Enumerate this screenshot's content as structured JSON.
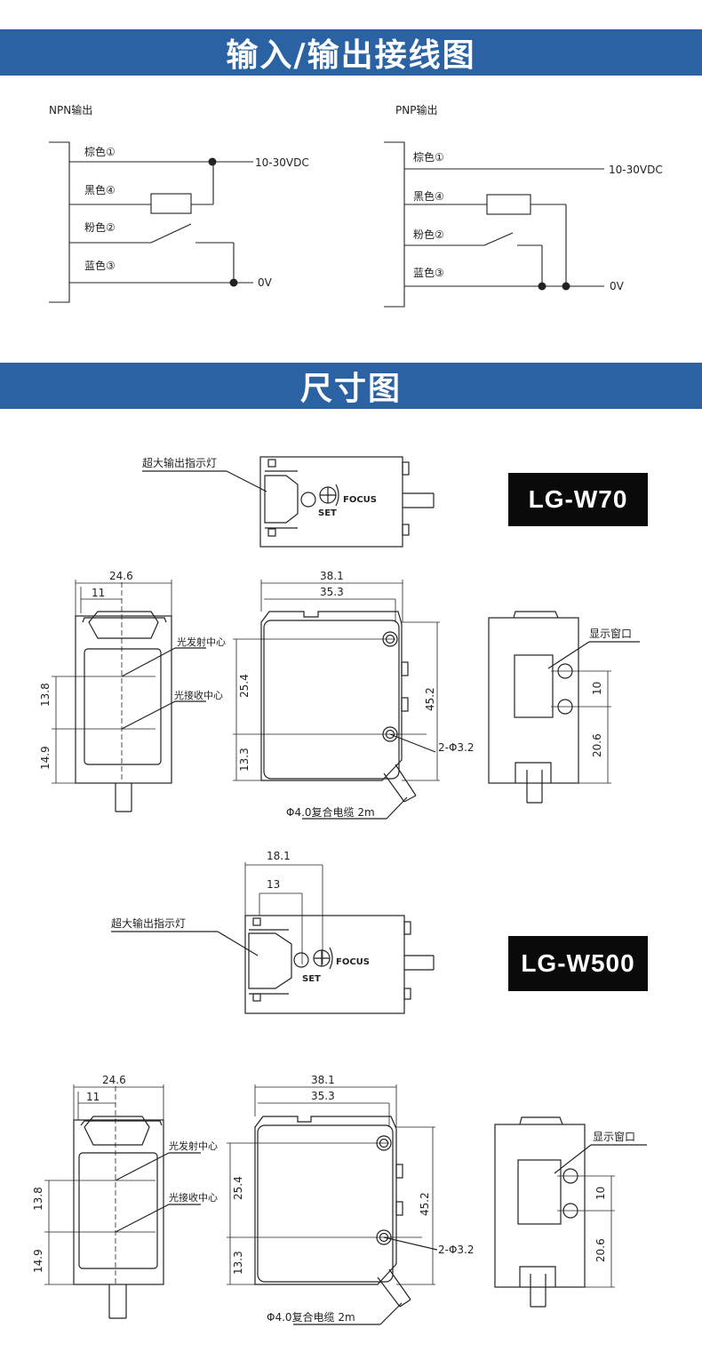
{
  "wiring": {
    "title": "输入/输出接线图",
    "npn": {
      "title": "NPN输出",
      "wires": [
        "棕色①",
        "黑色④",
        "粉色②",
        "蓝色③"
      ],
      "supply": "10-30VDC",
      "ground": "0V"
    },
    "pnp": {
      "title": "PNP输出",
      "wires": [
        "棕色①",
        "黑色④",
        "粉色②",
        "蓝色③"
      ],
      "supply": "10-30VDC",
      "ground": "0V"
    }
  },
  "dimensions": {
    "title": "尺寸图",
    "w70": {
      "model": "LG-W70",
      "indicator": "超大输出指示灯",
      "set": "SET",
      "focus": "FOCUS",
      "front": {
        "width": "24.6",
        "offset": "11",
        "emit": "光发射中心",
        "receive": "光接收中心",
        "h1": "13.8",
        "h2": "14.9"
      },
      "side": {
        "width": "38.1",
        "inner": "35.3",
        "h1": "25.4",
        "h2": "13.3",
        "height": "45.2",
        "holes": "2-Φ3.2",
        "cable": "Φ4.0复合电缆 2m"
      },
      "back": {
        "window": "显示窗口",
        "h1": "10",
        "h2": "20.6"
      }
    },
    "w500": {
      "model": "LG-W500",
      "indicator": "超大输出指示灯",
      "set": "SET",
      "focus": "FOCUS",
      "top_dims": {
        "outer": "18.1",
        "inner": "13"
      },
      "front": {
        "width": "24.6",
        "offset": "11",
        "emit": "光发射中心",
        "receive": "光接收中心",
        "h1": "13.8",
        "h2": "14.9"
      },
      "side": {
        "width": "38.1",
        "inner": "35.3",
        "h1": "25.4",
        "h2": "13.3",
        "height": "45.2",
        "holes": "2-Φ3.2",
        "cable": "Φ4.0复合电缆 2m"
      },
      "back": {
        "window": "显示窗口",
        "h1": "10",
        "h2": "20.6"
      }
    }
  }
}
